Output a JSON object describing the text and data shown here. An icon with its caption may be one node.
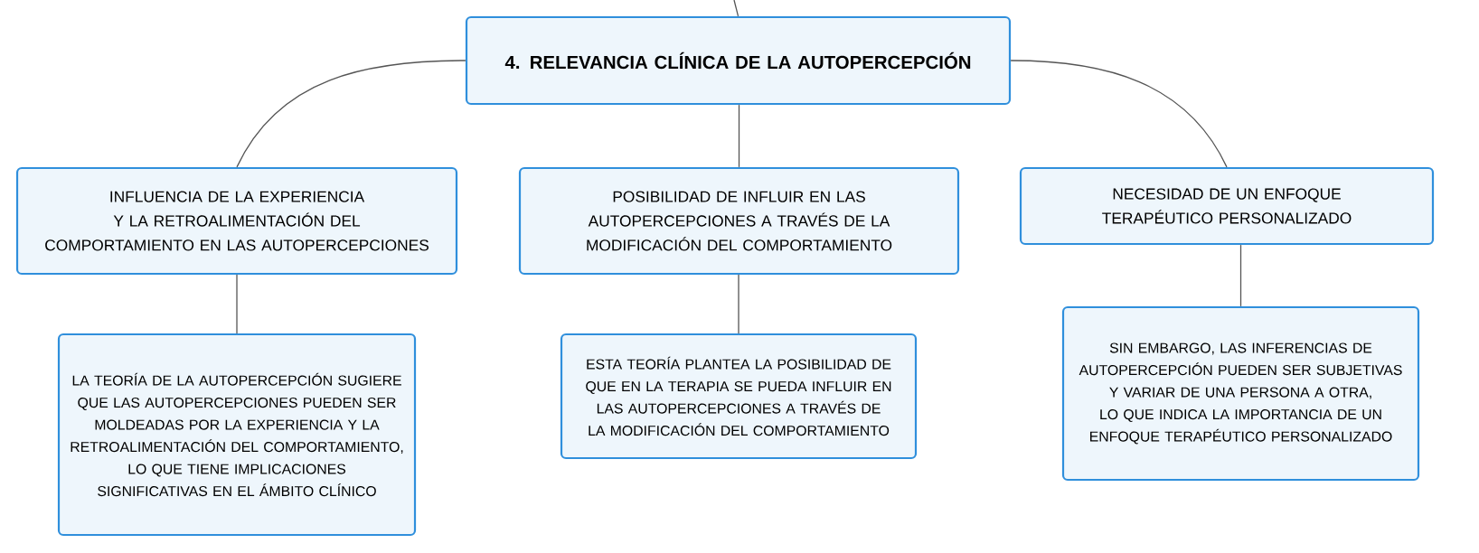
{
  "diagram": {
    "nodes": [
      {
        "text": [
          "4. RELEVANCIA CLÍNICA DE LA AUTOPERCEPCIÓN"
        ]
      },
      {
        "text": [
          "INFLUENCIA DE LA EXPERIENCIA Y LA RETROALIMENTACIÓN DEL COMPORTAMIENTO EN LAS AUTOPERCEPCIONES"
        ]
      },
      {
        "text": [
          "POSIBILIDAD DE INFLUIR EN LAS AUTOPERCEPCIONES A TRAVÉS DE LA MODIFICACIÓN DEL COMPORTAMIENTO"
        ]
      },
      {
        "text": [
          "NECESIDAD DE UN ENFOQUE TERAPÉUTICO PERSONALIZADO"
        ]
      },
      {
        "text": [
          "LA TEORÍA DE LA AUTOPERCEPCIÓN SUGIERE QUE LAS AUTOPERCEPCIONES PUEDEN SER MOLDEADAS POR LA EXPERIENCIA Y LA RETROALIMENTACIÓN DEL COMPORTAMIENTO, LO QUE TIENE IMPLICACIONES SIGNIFICATIVAS EN EL ÁMBITO CLÍNICO"
        ]
      },
      {
        "text": [
          "ESTA TEORÍA PLANTEA LA POSIBILIDAD DE QUE EN LA TERAPIA SE PUEDA INFLUIR EN LAS AUTOPERCEPCIONES A TRAVÉS DE LA MODIFICACIÓN DEL COMPORTAMIENTO"
        ]
      },
      {
        "text": [
          "SIN EMBARGO, LAS INFERENCIAS DE AUTOPERCEPCIÓN PUEDEN SER SUBJETIVAS Y VARIAR DE UNA PERSONA A OTRA, LO QUE INDICA LA IMPORTANCIA DE UN ENFOQUE TERAPÉUTICO PERSONALIZADO"
        ]
      }
    ],
    "edges": [
      {
        "from": null,
        "to": 0,
        "arrow": "none"
      },
      {
        "from": 0,
        "to": 1,
        "arrow": "none"
      },
      {
        "from": 0,
        "to": 2,
        "arrow": "none"
      },
      {
        "from": 0,
        "to": 3,
        "arrow": "none"
      },
      {
        "from": 1,
        "to": 4,
        "arrow": "none"
      },
      {
        "from": 2,
        "to": 5,
        "arrow": "none"
      },
      {
        "from": 3,
        "to": 6,
        "arrow": "none"
      }
    ]
  }
}
